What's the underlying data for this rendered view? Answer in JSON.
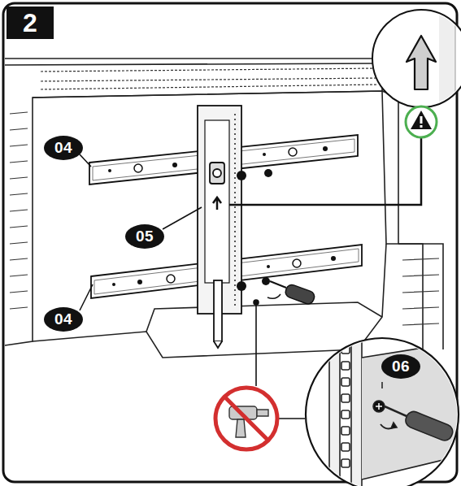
{
  "diagram": {
    "nodes": [
      {
        "text": [
          "2"
        ]
      },
      {
        "text": [
          "04"
        ]
      },
      {
        "text": [
          "05"
        ]
      },
      {
        "text": [
          "04"
        ]
      },
      {
        "text": [
          "06"
        ]
      }
    ]
  }
}
